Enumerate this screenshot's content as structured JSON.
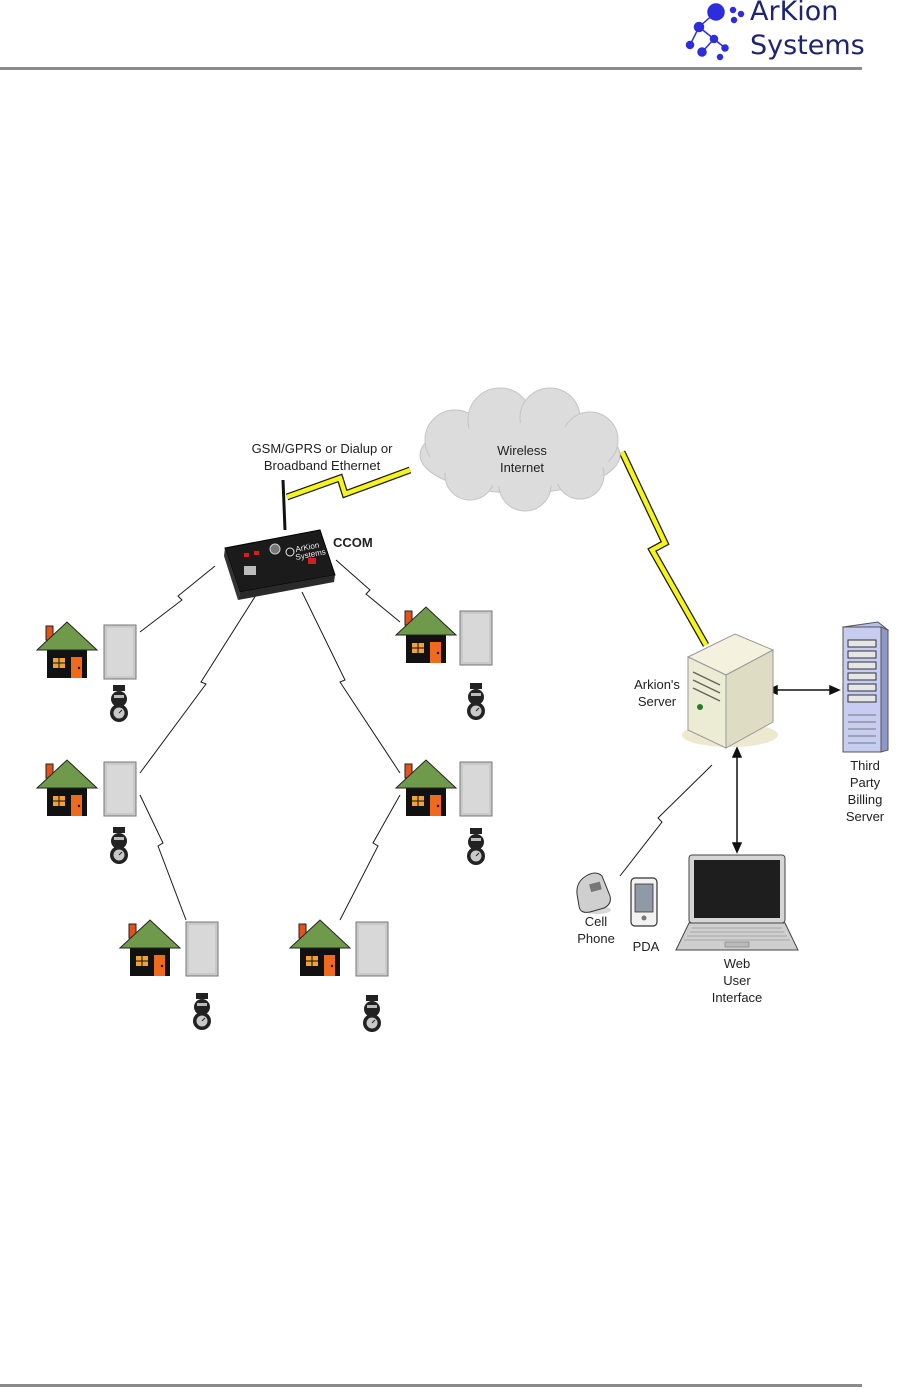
{
  "header": {
    "brand_line1": "ArKion",
    "brand_line2": "Systems",
    "colors": {
      "brand": "#1e2470",
      "logo_dots": "#2d2ddc",
      "rule": "#8a8a8a"
    }
  },
  "diagram": {
    "link_label_line1": "GSM/GPRS or Dialup or",
    "link_label_line2": "Broadband Ethernet",
    "cloud_line1": "Wireless",
    "cloud_line2": "Internet",
    "ccom_label": "CCOM",
    "ccom_faceplate_brand1": "ArKion",
    "ccom_faceplate_brand2": "Systems",
    "server_line1": "Arkion's",
    "server_line2": "Server",
    "billing_line1": "Third",
    "billing_line2": "Party",
    "billing_line3": "Billing",
    "billing_line4": "Server",
    "cell_line1": "Cell",
    "cell_line2": "Phone",
    "pda_label": "PDA",
    "web_line1": "Web",
    "web_line2": "User",
    "web_line3": "Interface",
    "colors": {
      "lightning": "#f5f51a",
      "house_roof": "#6f9a4c",
      "house_wall": "#111111",
      "door": "#ef6a1c",
      "chimney": "#e2531c",
      "cloud": "#dcdcdc"
    }
  }
}
